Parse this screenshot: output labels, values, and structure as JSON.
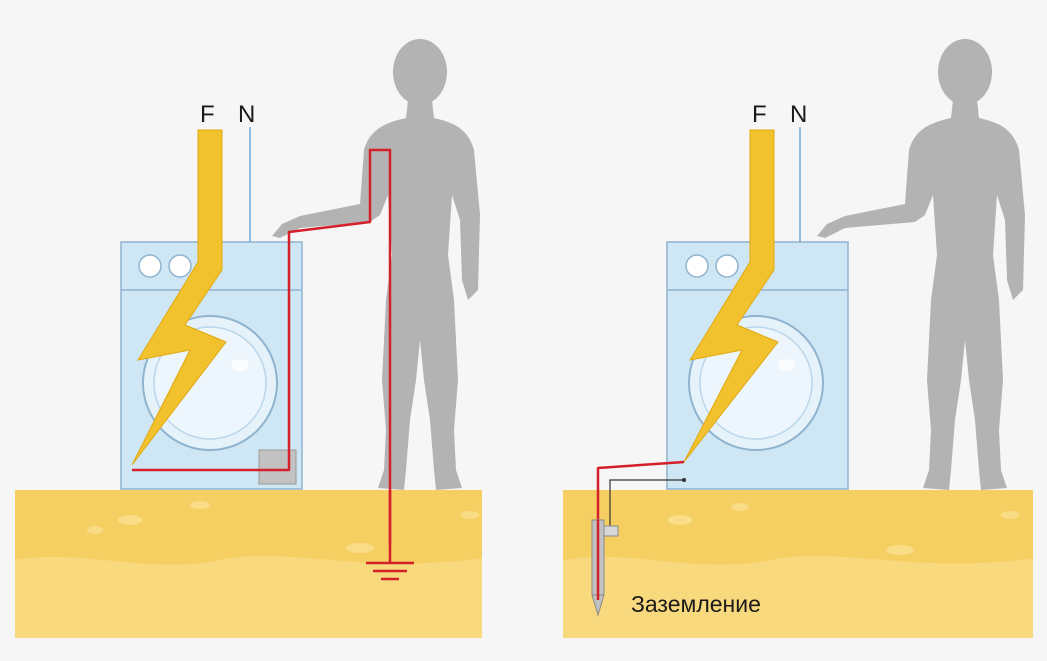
{
  "labels": {
    "phase": "F",
    "neutral": "N",
    "grounding": "Заземление"
  },
  "colors": {
    "background": "#f6f6f6",
    "ground_fill": "#f6cf63",
    "ground_light": "#f9dc86",
    "machine_fill": "#cfe6f5",
    "machine_stroke": "#8fb4cf",
    "lightning": "#f2c12e",
    "neutral_wire": "#6fa8dc",
    "current_path": "#d4202a",
    "human": "#b3b3b3",
    "box": "#c2c2c2"
  },
  "icons": {
    "lightning": "lightning-bolt-icon",
    "earth_symbol": "earth-ground-icon",
    "ground_rod": "ground-rod-icon"
  }
}
